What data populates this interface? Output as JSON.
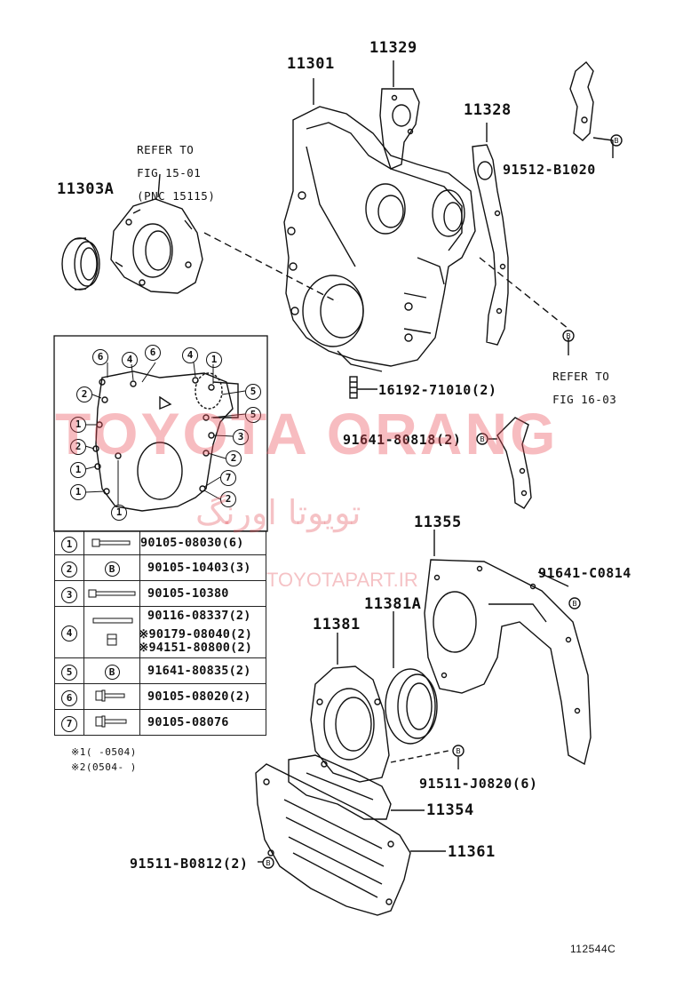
{
  "parts": {
    "p11301": "11301",
    "p11329": "11329",
    "p11328": "11328",
    "p11303a": "11303A",
    "p91512": "91512-B1020",
    "p16192": "16192-71010(2)",
    "p91641_80818": "91641-80818(2)",
    "p11355": "11355",
    "p91641_c0814": "91641-C0814",
    "p11381a": "11381A",
    "p11381": "11381",
    "p91511_j0820": "91511-J0820(6)",
    "p11354": "11354",
    "p11361": "11361",
    "p91511_b0812": "91511-B0812(2)"
  },
  "refs": {
    "ref_top_line1": "REFER TO",
    "ref_top_line2": "FIG 15-01",
    "ref_top_line3": "(PNC 15115)",
    "ref_right_line1": "REFER TO",
    "ref_right_line2": "FIG 16-03"
  },
  "legend": [
    {
      "num": "1",
      "icon": "bolt-icon",
      "part": "90105-08030(6)"
    },
    {
      "num": "2",
      "icon": "B",
      "part": "90105-10403(3)"
    },
    {
      "num": "3",
      "icon": "long-bolt-icon",
      "part": "90105-10380"
    },
    {
      "num": "4",
      "icon": "stud-icon",
      "part": "90116-08337(2)",
      "part_b1": "※90179-08040(2)",
      "part_b2": "※94151-80800(2)"
    },
    {
      "num": "5",
      "icon": "B",
      "part": "91641-80835(2)"
    },
    {
      "num": "6",
      "icon": "flange-bolt-icon",
      "part": "90105-08020(2)"
    },
    {
      "num": "7",
      "icon": "bolt-icon",
      "part": "90105-08076"
    }
  ],
  "notes": {
    "note1": "※1(    -0504)",
    "note2": "※2(0504-    )"
  },
  "callout_numbers": [
    "6",
    "6",
    "4",
    "4",
    "1",
    "2",
    "5",
    "5",
    "1",
    "3",
    "2",
    "2",
    "7",
    "1",
    "1",
    "1",
    "2",
    "1"
  ],
  "figure_id": "112544C",
  "watermark": {
    "main": "TOYOTA ORANG",
    "farsi": "تویوتا اورنگ",
    "url": "TOYOTAPART.IR"
  },
  "colors": {
    "watermark": "#e8505a",
    "line": "#111111"
  }
}
